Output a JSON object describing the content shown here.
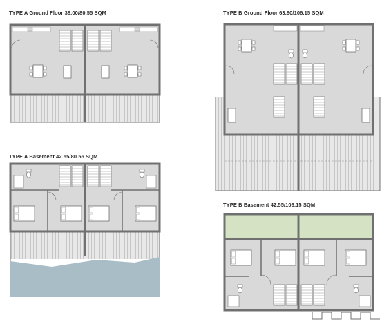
{
  "titles": {
    "type_a_ground": "TYPE A Ground Floor 38.00/80.55 SQM",
    "type_b_ground": "TYPE B Ground Floor 63.60/106.15 SQM",
    "type_a_basement": "TYPE A Basement 42.55/80.55 SQM",
    "type_b_basement": "TYPE B Basement 42.55/106.15 SQM"
  },
  "colors": {
    "wall": "#707070",
    "floor": "#d9d9d9",
    "deck": "#e8e8e8",
    "deck_line": "#b8b8b8",
    "water": "#a9bdc6",
    "garden": "#d5e3c4",
    "furniture": "#ffffff",
    "fixture": "#909090"
  }
}
